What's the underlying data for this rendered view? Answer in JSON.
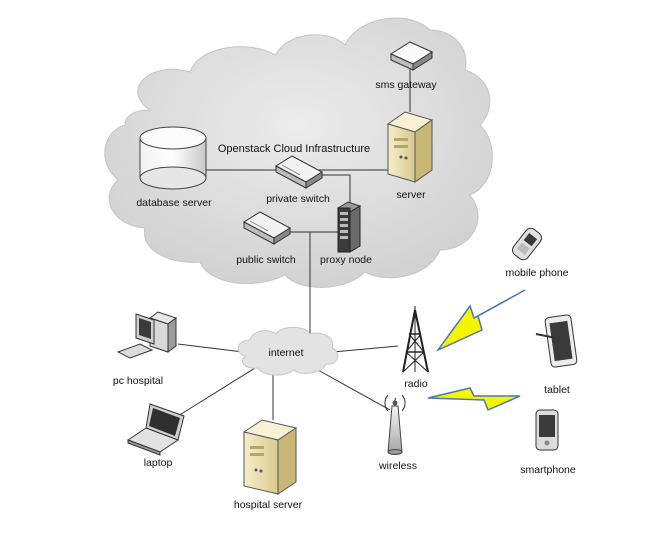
{
  "diagram": {
    "cloud_title": "Openstack Cloud Infrastructure",
    "nodes": {
      "sms_gateway": "sms gateway",
      "server": "server",
      "database_server": "database server",
      "private_switch": "private switch",
      "public_switch": "public switch",
      "proxy_node": "proxy node",
      "internet": "internet",
      "pc_hospital": "pc hospital",
      "laptop": "laptop",
      "hospital_server": "hospital server",
      "radio": "radio",
      "wireless": "wireless",
      "mobile_phone": "mobile phone",
      "tablet": "tablet",
      "smartphone": "smartphone"
    },
    "colors": {
      "cloud_fill": "#dcdcdc",
      "server_beige": "#efe4b8",
      "lightning": "#f5f500",
      "lightning_outline": "#4a78b8"
    }
  }
}
